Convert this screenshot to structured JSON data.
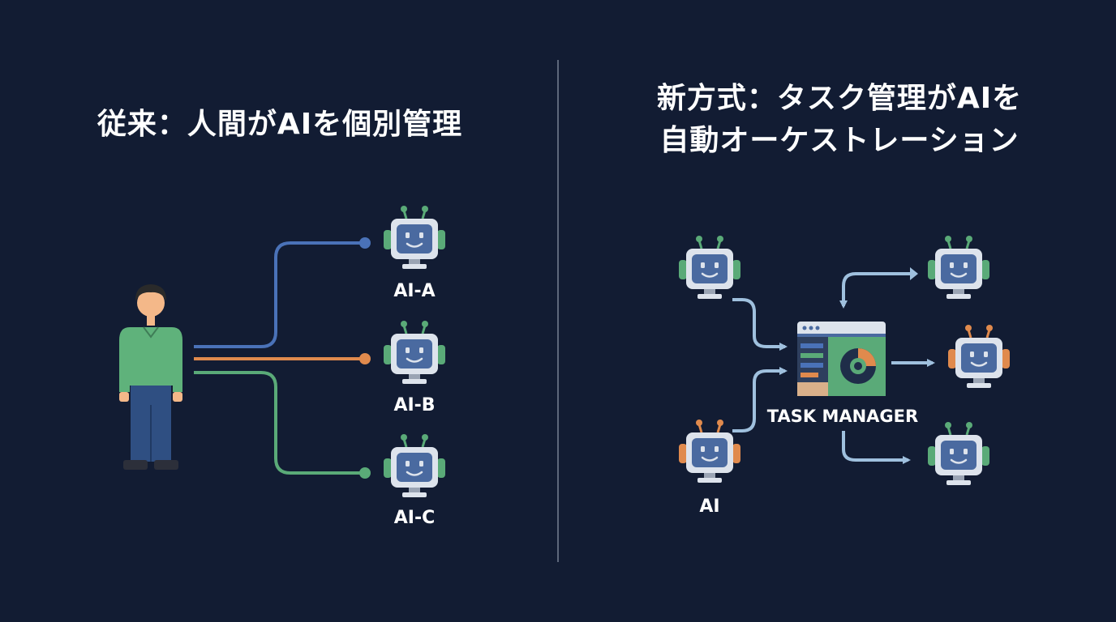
{
  "left": {
    "title": "従来：人間がAIを個別管理",
    "bots": [
      {
        "label": "AI-A",
        "accent": "#5aaa78",
        "line_color": "#4a72b8"
      },
      {
        "label": "AI-B",
        "accent": "#5aaa78",
        "line_color": "#e08a4d"
      },
      {
        "label": "AI-C",
        "accent": "#5aaa78",
        "line_color": "#5aaa78"
      }
    ]
  },
  "right": {
    "title_line1": "新方式：タスク管理がAIを",
    "title_line2": "自動オーケストレーション",
    "task_manager_label": "TASK MANAGER",
    "ai_label": "AI"
  },
  "colors": {
    "background": "#121c33",
    "blue": "#4a72b8",
    "orange": "#e08a4d",
    "green": "#5aaa78",
    "arrow": "#9fc0de",
    "bot_face": "#4a6aa0",
    "bot_frame": "#dde3ec",
    "divider": "#5d677a"
  }
}
